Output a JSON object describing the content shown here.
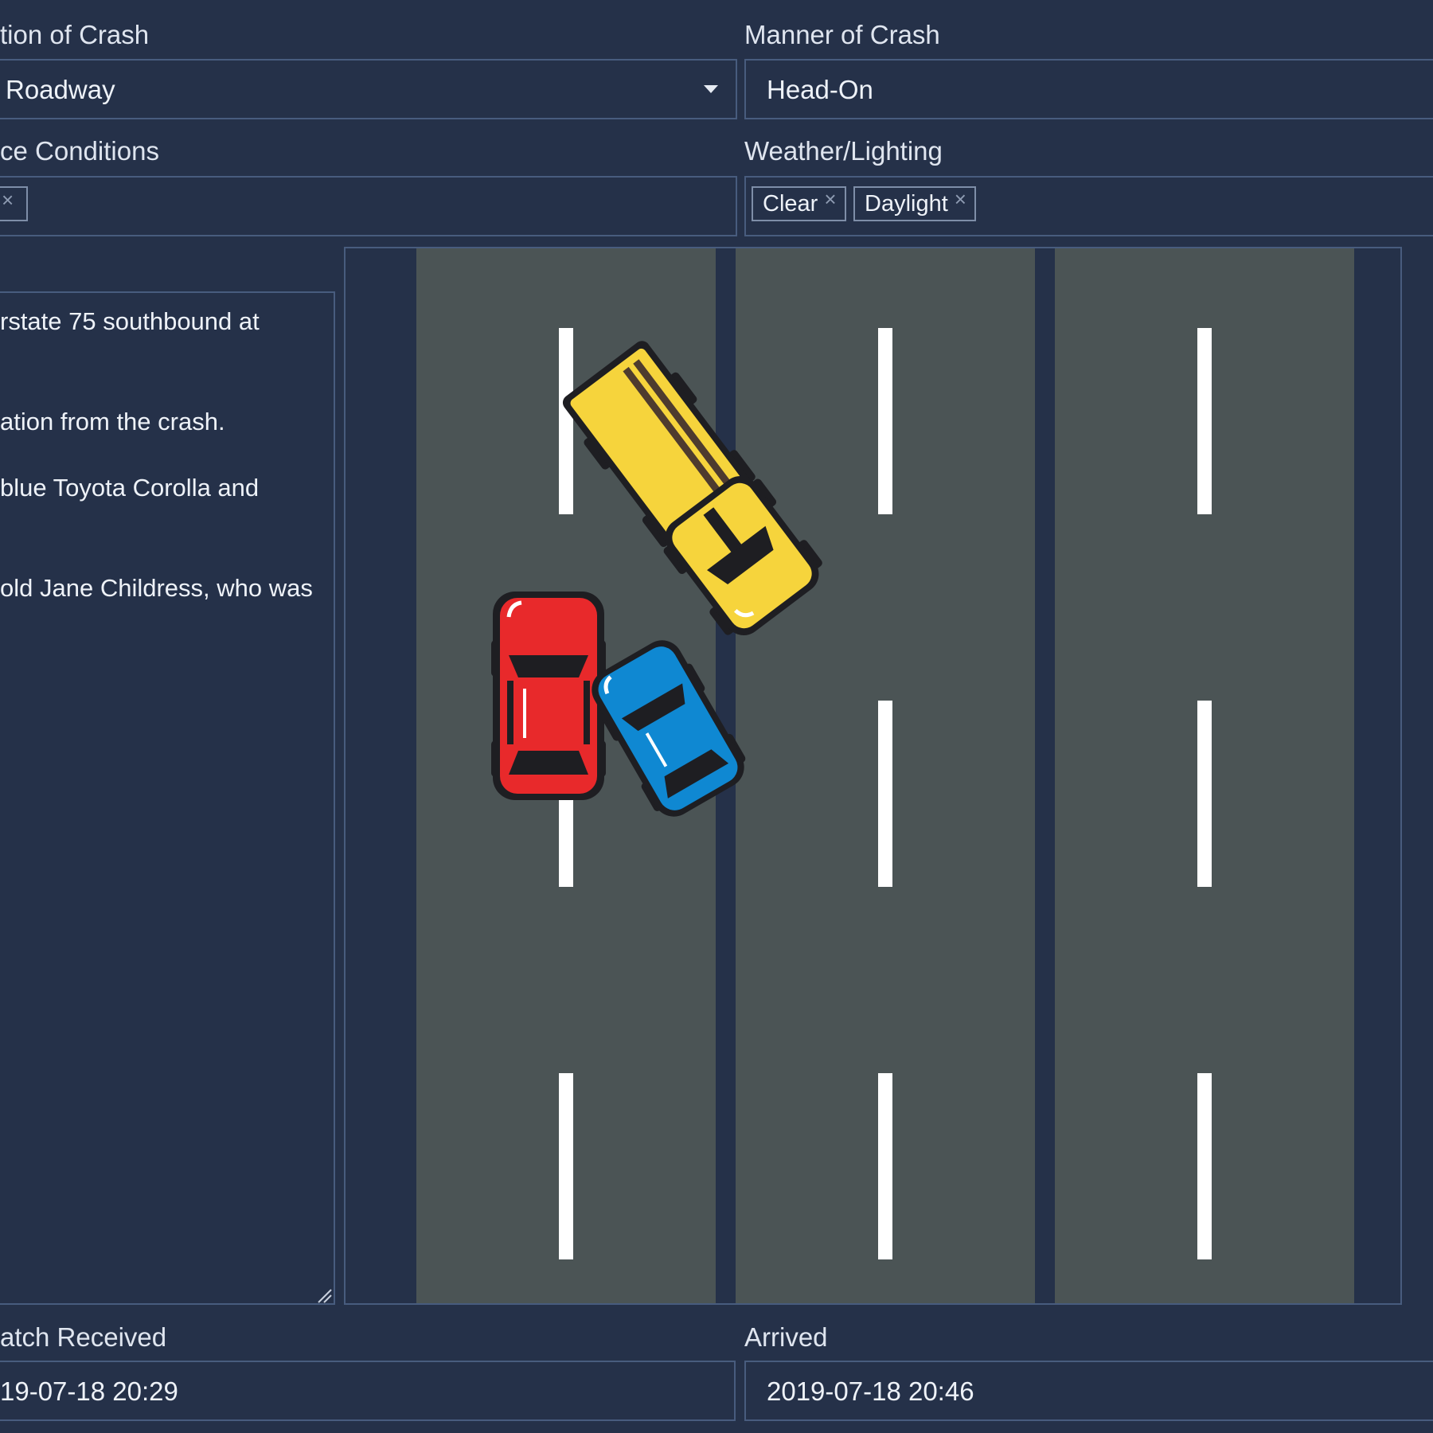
{
  "location_field": {
    "label": "tion of Crash",
    "value": "Roadway"
  },
  "manner_field": {
    "label": "Manner of Crash",
    "value": "Head-On"
  },
  "surface_field": {
    "label": "ce Conditions",
    "tag_remove": "×"
  },
  "weather_field": {
    "label": "Weather/Lighting",
    "tags": [
      {
        "label": "Clear",
        "remove": "×"
      },
      {
        "label": "Daylight",
        "remove": "×"
      }
    ]
  },
  "narrative": {
    "lines": [
      "rstate 75 southbound at",
      "ation from the crash.",
      "blue Toyota Corolla and",
      "old Jane Childress, who was"
    ]
  },
  "diagram": {
    "vehicles": [
      {
        "name": "red-car",
        "color": "#e8292b"
      },
      {
        "name": "blue-car",
        "color": "#0f88d2"
      },
      {
        "name": "yellow-truck",
        "color": "#f6d43c"
      }
    ],
    "road_color": "#4b5455"
  },
  "dispatch_field": {
    "label": "atch Received",
    "value": "19-07-18 20:29"
  },
  "arrived_field": {
    "label": "Arrived",
    "value": "2019-07-18 20:46"
  }
}
